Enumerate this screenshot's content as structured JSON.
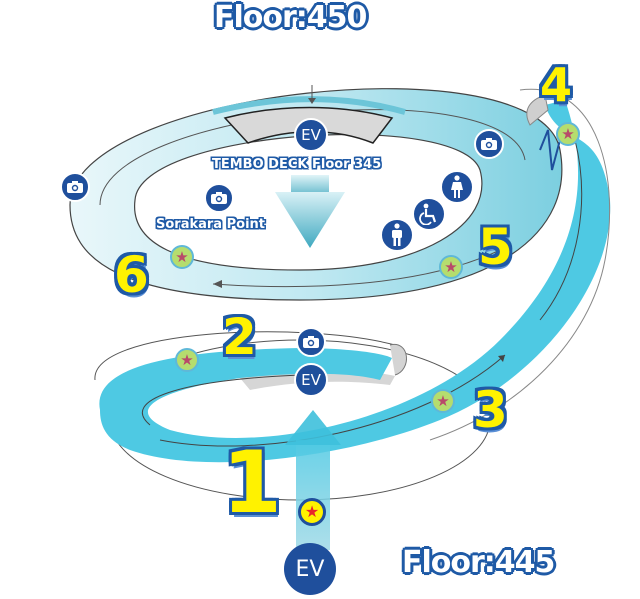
{
  "floors": {
    "top": "Floor:450",
    "bottom": "Floor:445"
  },
  "labels": {
    "deck": "TEMBO DECK Floor 345",
    "point": "Sorakara Point"
  },
  "elevator": {
    "label": "EV"
  },
  "route_numbers": [
    "1",
    "2",
    "3",
    "4",
    "5",
    "6"
  ],
  "icons": {
    "camera": "camera-icon",
    "star": "star-icon",
    "restroom_female": "female-restroom-icon",
    "restroom_accessible": "accessible-restroom-icon",
    "restroom_male": "male-restroom-icon",
    "arrow_down": "arrow-down-icon",
    "arrow_up": "arrow-up-icon"
  },
  "glyphs": {
    "star": "★",
    "star_start": "★"
  },
  "colors": {
    "route_blue": "#4ec9e3",
    "route_light": "#cdeef5",
    "badge_navy": "#1f4f9c",
    "number_yellow": "#fff200",
    "star_green": "#b5dd6e",
    "star_red": "#e8262a"
  }
}
